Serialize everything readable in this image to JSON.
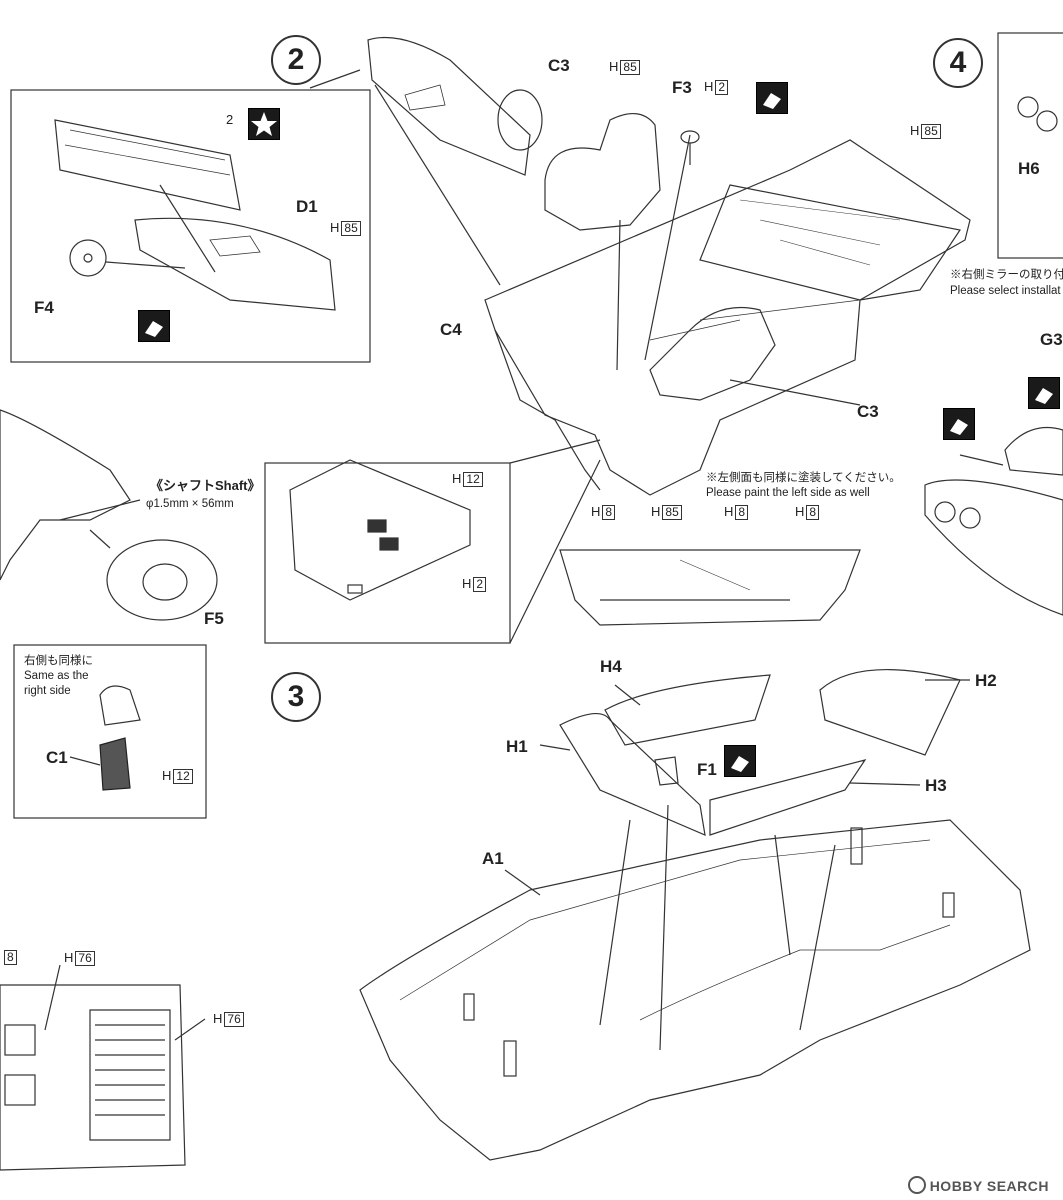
{
  "steps": {
    "step2_label": "2",
    "step3_label": "3",
    "step4_label": "4"
  },
  "callouts": {
    "dash_star_number": "2",
    "D1": "D1",
    "F4": "F4",
    "C3_top": "C3",
    "C3_right": "C3",
    "C4": "C4",
    "F3": "F3",
    "F5": "F5",
    "C1": "C1",
    "H6": "H6",
    "G3": "G3",
    "H4": "H4",
    "H2": "H2",
    "H1": "H1",
    "H3": "H3",
    "F1": "F1",
    "A1": "A1"
  },
  "paints": {
    "p_dash": {
      "h": "H",
      "n": "85"
    },
    "p_c3": {
      "h": "H",
      "n": "85"
    },
    "p_f3": {
      "h": "H",
      "n": "2"
    },
    "p_tub": {
      "h": "H",
      "n": "85"
    },
    "p_inset_h12": {
      "h": "H",
      "n": "12"
    },
    "p_inset_h2": {
      "h": "H",
      "n": "2"
    },
    "p_side_h8a": {
      "h": "H",
      "n": "8"
    },
    "p_side_h85": {
      "h": "H",
      "n": "85"
    },
    "p_side_h8b": {
      "h": "H",
      "n": "8"
    },
    "p_side_h8c": {
      "h": "H",
      "n": "8"
    },
    "p_c1_h12": {
      "h": "H",
      "n": "12"
    },
    "p_bottom_8": {
      "h": "",
      "n": "8"
    },
    "p_bottom_h76a": {
      "h": "H",
      "n": "76"
    },
    "p_bottom_h76b": {
      "h": "H",
      "n": "76"
    }
  },
  "notes": {
    "shaft_title": "《シャフトShaft》",
    "shaft_dim": "φ1.5mm × 56mm",
    "right_side_jp": "右側も同様に",
    "right_side_en1": "Same as the",
    "right_side_en2": "right side",
    "left_side_jp": "※左側面も同様に塗装してください。",
    "left_side_en": "Please paint the left side as well",
    "mirror_jp": "※右側ミラーの取り付",
    "mirror_en": "Please select installat"
  },
  "watermark": "HOBBY SEARCH",
  "colors": {
    "line": "#333333",
    "badge": "#1a1a1a",
    "part_fill": "#ffffff",
    "c1_fill": "#555555"
  }
}
